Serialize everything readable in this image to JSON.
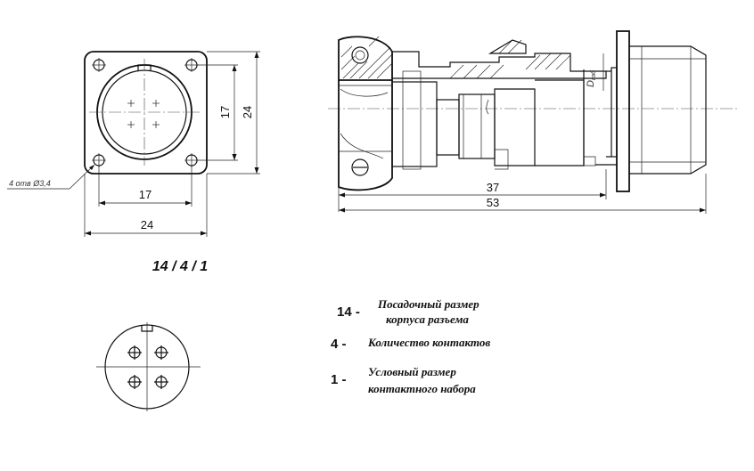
{
  "front_view": {
    "dim_horizontal_inner": "17",
    "dim_horizontal_outer": "24",
    "dim_vertical_inner": "17",
    "dim_vertical_outer": "24",
    "hole_callout": "4 отв Ø3,4"
  },
  "side_view": {
    "dim_length_body": "37",
    "dim_length_total": "53",
    "cable_diameter_label": "D",
    "cable_diameter_subscript": "каб"
  },
  "designation": "14 / 4 / 1",
  "legend": [
    {
      "number": "14 -",
      "line1": "Посадочный размер",
      "line2": "корпуса разъема"
    },
    {
      "number": "4 -",
      "line1": "Количество контактов",
      "line2": ""
    },
    {
      "number": "1 -",
      "line1": "Условный размер",
      "line2": "контактного набора"
    }
  ]
}
